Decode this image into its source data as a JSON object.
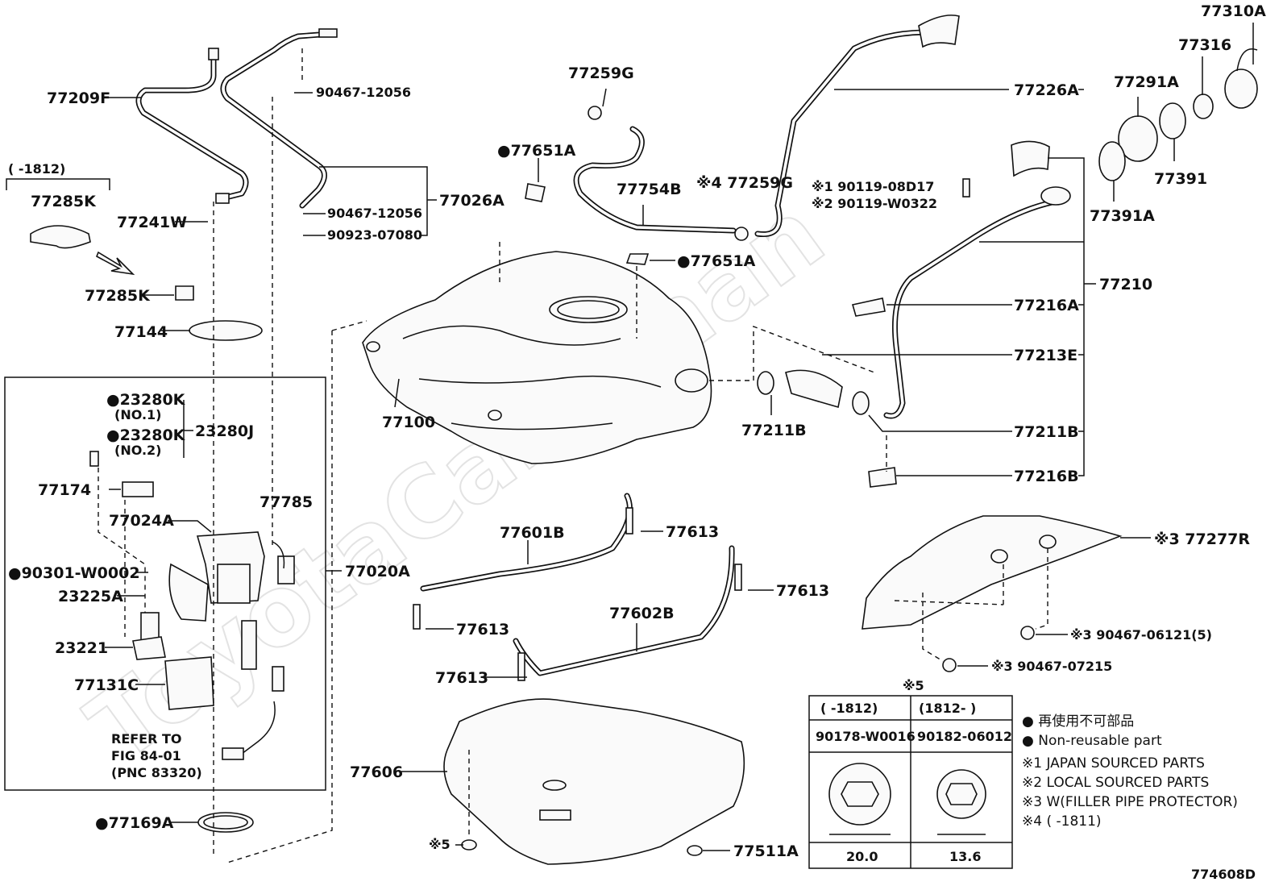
{
  "watermark": "ToyotaCarMinan",
  "diagram_id": "774608D",
  "labels": {
    "p77209F": "77209F",
    "range_1812": "(      -1812)",
    "p77285K_a": "77285K",
    "p77241W": "77241W",
    "p77285K_b": "77285K",
    "p77144": "77144",
    "p23280K_1": "●23280K",
    "no1": "(NO.1)",
    "p23280K_2": "●23280K",
    "no2": "(NO.2)",
    "p23280J": "23280J",
    "p77174": "77174",
    "p77024A": "77024A",
    "p77785": "77785",
    "p90301": "●90301-W0002",
    "p23225A": "23225A",
    "p23221": "23221",
    "p77131C": "77131C",
    "refer1": "REFER TO",
    "refer2": "FIG 84-01",
    "refer3": "(PNC 83320)",
    "p77169A": "●77169A",
    "p90467_12056_a": "90467-12056",
    "p90467_12056_b": "90467-12056",
    "p90923": "90923-07080",
    "p77026A": "77026A",
    "p77020A": "77020A",
    "p77100": "77100",
    "p77259G_a": "77259G",
    "p77651A_a": "●77651A",
    "p77754B": "77754B",
    "p77259G_b": "※4 77259G",
    "p77651A_b": "●77651A",
    "p77601B": "77601B",
    "p77613_a": "77613",
    "p77613_b": "77613",
    "p77613_c": "77613",
    "p77613_d": "77613",
    "p77602B": "77602B",
    "p77606": "77606",
    "p77511A": "77511A",
    "s5_small": "※5",
    "p77226A": "77226A",
    "p90119_08D17": "※1 90119-08D17",
    "p90119_W0322": "※2 90119-W0322",
    "p77211B_a": "77211B",
    "p77216A": "77216A",
    "p77213E": "77213E",
    "p77211B_b": "77211B",
    "p77216B": "77216B",
    "p77210": "77210",
    "p77310A": "77310A",
    "p77316": "77316",
    "p77291A": "77291A",
    "p77391": "77391",
    "p77391A": "77391A",
    "p77277R": "※3 77277R",
    "p90467_06121": "※3 90467-06121(5)",
    "p90467_07215": "※3 90467-07215"
  },
  "table": {
    "title": "※5",
    "col1_range": "(      -1812)",
    "col2_range": "(1812-      )",
    "col1_part": "90178-W0016",
    "col2_part": "90182-06012",
    "col1_dim": "20.0",
    "col2_dim": "13.6"
  },
  "legend": [
    "● 再使用不可部品",
    "● Non-reusable part",
    "※1 JAPAN SOURCED PARTS",
    "※2 LOCAL SOURCED PARTS",
    "※3 W(FILLER PIPE PROTECTOR)",
    "※4 (      -1811)"
  ]
}
